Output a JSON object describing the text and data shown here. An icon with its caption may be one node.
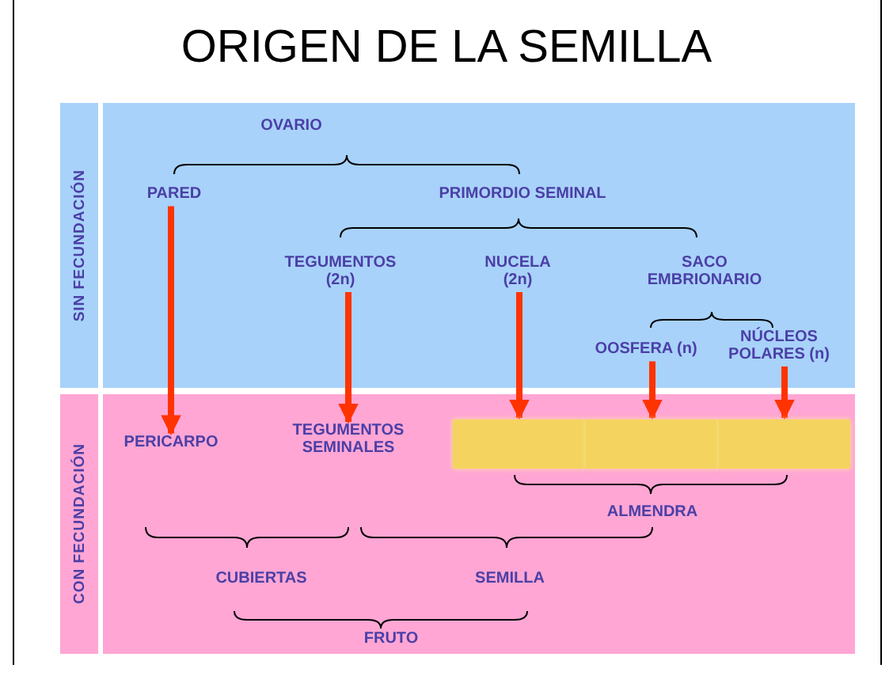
{
  "diagram": {
    "title": "ORIGEN DE LA SEMILLA",
    "nodes": [
      {
        "text": [
          "SIN FECUNDACIÓN"
        ]
      },
      {
        "text": [
          "PARED"
        ],
        "in": 0
      },
      {
        "text": [
          "TEGUMENTOS (2n)"
        ],
        "in": 0
      },
      {
        "text": [
          "NUCELA (2n)"
        ],
        "in": 0
      },
      {
        "text": [
          "OOSFERA (n)"
        ],
        "in": 0
      },
      {
        "text": [
          "NÚCLEOS POLARES (n)"
        ],
        "in": 0
      },
      {
        "text": [
          "CON FECUNDACIÓN"
        ]
      },
      {
        "text": [
          "PERICARPO"
        ],
        "in": 6
      },
      {
        "text": [
          "TEGUMENTOS SEMINALES"
        ],
        "in": 6
      },
      {
        "text": [],
        "shape": "box",
        "in": 6
      },
      {
        "text": [],
        "shape": "box",
        "in": 6
      },
      {
        "text": [],
        "shape": "box",
        "in": 6
      }
    ],
    "edges": [
      {
        "from": 1,
        "to": 7,
        "arrow": "to"
      },
      {
        "from": 2,
        "to": 8,
        "arrow": "to"
      },
      {
        "from": 3,
        "to": 9,
        "arrow": "to"
      },
      {
        "from": 4,
        "to": 10,
        "arrow": "to"
      },
      {
        "from": 5,
        "to": 11,
        "arrow": "to"
      }
    ],
    "labels": [
      "OVARIO",
      "PRIMORDIO SEMINAL",
      "SACO EMBRIONARIO",
      "ALMENDRA",
      "CUBIERTAS",
      "SEMILLA",
      "FRUTO"
    ]
  }
}
